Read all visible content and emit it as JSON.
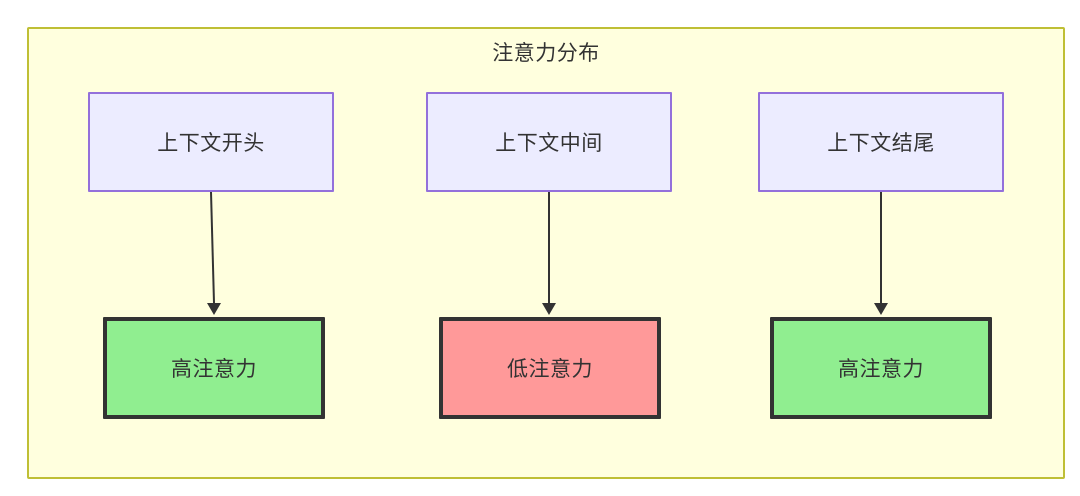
{
  "diagram": {
    "title": "注意力分布",
    "container": {
      "fill": "#ffffde",
      "stroke": "#bfbf35"
    },
    "colors": {
      "context_fill": "#ececff",
      "context_stroke": "#9370db",
      "high_attention_fill": "#90ee90",
      "low_attention_fill": "#ff9999",
      "node_stroke": "#333333",
      "edge": "#333333",
      "text": "#333333"
    },
    "columns": [
      {
        "context_label": "上下文开头",
        "outcome_label": "高注意力",
        "outcome_level": "high"
      },
      {
        "context_label": "上下文中间",
        "outcome_label": "低注意力",
        "outcome_level": "low"
      },
      {
        "context_label": "上下文结尾",
        "outcome_label": "高注意力",
        "outcome_level": "high"
      }
    ],
    "edges": [
      {
        "from": "上下文开头",
        "to": "高注意力",
        "arrow": "arrow-down-icon"
      },
      {
        "from": "上下文中间",
        "to": "低注意力",
        "arrow": "arrow-down-icon"
      },
      {
        "from": "上下文结尾",
        "to": "高注意力",
        "arrow": "arrow-down-icon"
      }
    ]
  }
}
